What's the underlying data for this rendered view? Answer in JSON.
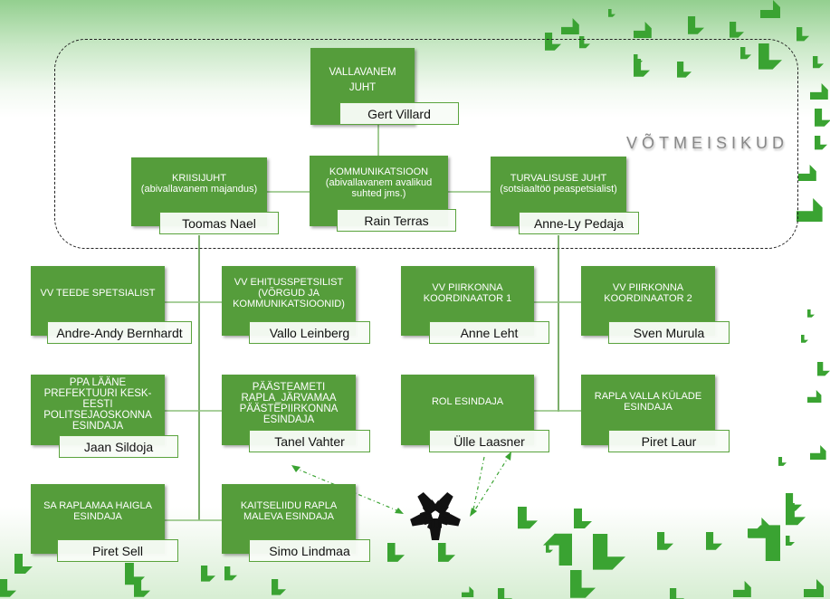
{
  "diagram": {
    "group_label": "VÕTMEISIKUD",
    "colors": {
      "box_fill": "#559d3b",
      "connector": "#8bbf7a",
      "name_border": "#5aa33d",
      "accent_green": "#3aa332"
    },
    "key_persons": {
      "head": {
        "role": "VALLAVANEM JUHT",
        "name": "Gert Villard"
      },
      "crisis": {
        "role": "KRIISIJUHT",
        "subrole": "(abivallavanem majandus)",
        "name": "Toomas Nael"
      },
      "communication": {
        "role": "KOMMUNIKATSIOON",
        "subrole": "(abivallavanem avalikud suhted jms.)",
        "name": "Rain Terras"
      },
      "security": {
        "role": "TURVALISUSE JUHT",
        "subrole": "(sotsiaaltöö peaspetsialist)",
        "name": "Anne-Ly Pedaja"
      }
    },
    "left_column": [
      {
        "role": "VV TEEDE SPETSIALIST",
        "name": "Andre-Andy Bernhardt"
      },
      {
        "role": "VV EHITUSSPETSILIST (VÕRGUD JA KOMMUNIKATSIOONID)",
        "name": "Vallo Leinberg"
      },
      {
        "role": "PPA LÄÄNE PREFEKTUURI KESK-EESTI POLITSEJAOSKONNA ESINDAJA",
        "name": "Jaan Sildoja"
      },
      {
        "role": "PÄÄSTEAMETI RAPLA_JÄRVAMAA PÄÄSTEPIIRKONNA ESINDAJA",
        "name": "Tanel Vahter"
      },
      {
        "role": "SA RAPLAMAA HAIGLA ESINDAJA",
        "name": "Piret Sell"
      },
      {
        "role": "KAITSELIIDU RAPLA MALEVA ESINDAJA",
        "name": "Simo Lindmaa"
      }
    ],
    "right_column": [
      {
        "role": "VV PIIRKONNA KOORDINAATOR 1",
        "name": "Anne Leht"
      },
      {
        "role": "VV PIIRKONNA KOORDINAATOR 2",
        "name": "Sven Murula"
      },
      {
        "role": "ROL ESINDAJA",
        "name": "Ülle Laasner"
      },
      {
        "role": "RAPLA VALLA KÜLADE ESINDAJA",
        "name": "Piret Laur"
      }
    ],
    "cooperation_icon": "hands-together-icon"
  }
}
